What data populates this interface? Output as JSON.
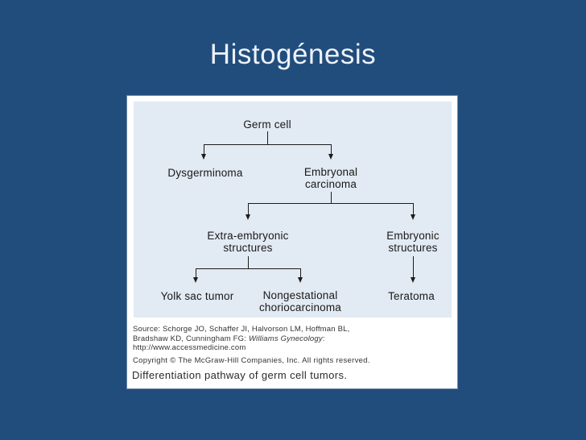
{
  "slide": {
    "title": "Histogénesis",
    "background_color": "#214D7D",
    "title_color": "#EDF2F9"
  },
  "figure": {
    "panel_color": "#E2EAF3",
    "caption": "Differentiation pathway of germ cell tumors.",
    "source": {
      "line1": "Source: Schorge JO, Schaffer JI, Halvorson LM, Hoffman BL,",
      "line2_prefix": "Bradshaw KD, Cunningham FG: ",
      "line2_book_title": "Williams Gynecology",
      "line2_suffix": ":",
      "line3": "http://www.accessmedicine.com",
      "copyright": "Copyright © The McGraw-Hill Companies, Inc. All rights reserved."
    }
  },
  "diagram": {
    "nodes": {
      "germ_cell": "Germ cell",
      "dysgerminoma": "Dysgerminoma",
      "embryonal_carcinoma": "Embryonal carcinoma",
      "extra_embryonic_structures": "Extra-embryonic structures",
      "embryonic_structures": "Embryonic structures",
      "yolk_sac_tumor": "Yolk sac tumor",
      "nongestational_choriocarcinoma": "Nongestational choriocarcinoma",
      "teratoma": "Teratoma"
    },
    "edges": [
      {
        "from": "Germ cell",
        "to": "Dysgerminoma"
      },
      {
        "from": "Germ cell",
        "to": "Embryonal carcinoma"
      },
      {
        "from": "Embryonal carcinoma",
        "to": "Extra-embryonic structures"
      },
      {
        "from": "Embryonal carcinoma",
        "to": "Embryonic structures"
      },
      {
        "from": "Extra-embryonic structures",
        "to": "Yolk sac tumor"
      },
      {
        "from": "Extra-embryonic structures",
        "to": "Nongestational choriocarcinoma"
      },
      {
        "from": "Embryonic structures",
        "to": "Teratoma"
      }
    ]
  }
}
